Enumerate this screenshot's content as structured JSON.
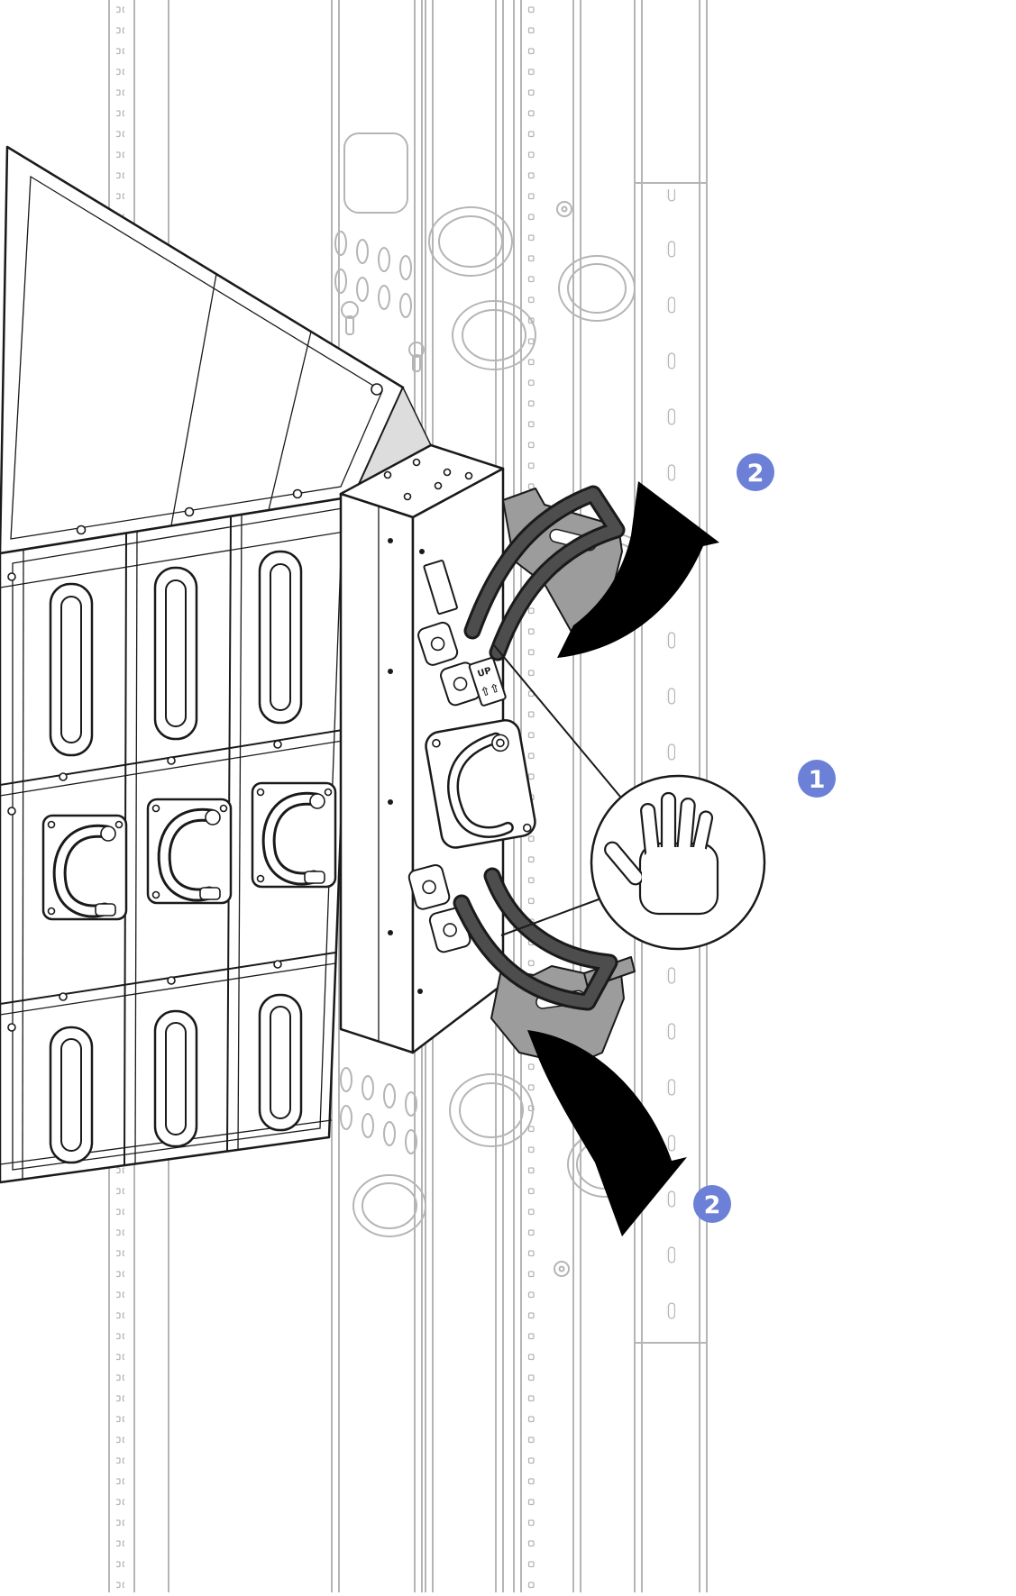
{
  "figure": {
    "steps": {
      "step1": "1",
      "step2_top": "2",
      "step2_bottom": "2"
    },
    "module_label": {
      "up_text": "UP",
      "up_arrows": "⇧⇧"
    },
    "icons": {
      "hand": "open-palm-hold-gesture",
      "rotate_up": "curved-arrow-rotate-up",
      "rotate_down": "curved-arrow-rotate-down"
    },
    "colors": {
      "badge": "#6b80d6",
      "badge_text": "#ffffff",
      "outline": "#1a1a1a",
      "background_lines": "#b5b5b5",
      "handle": "#4d4d4d",
      "bracket": "#9c9c9c",
      "arrow": "#000000"
    }
  }
}
